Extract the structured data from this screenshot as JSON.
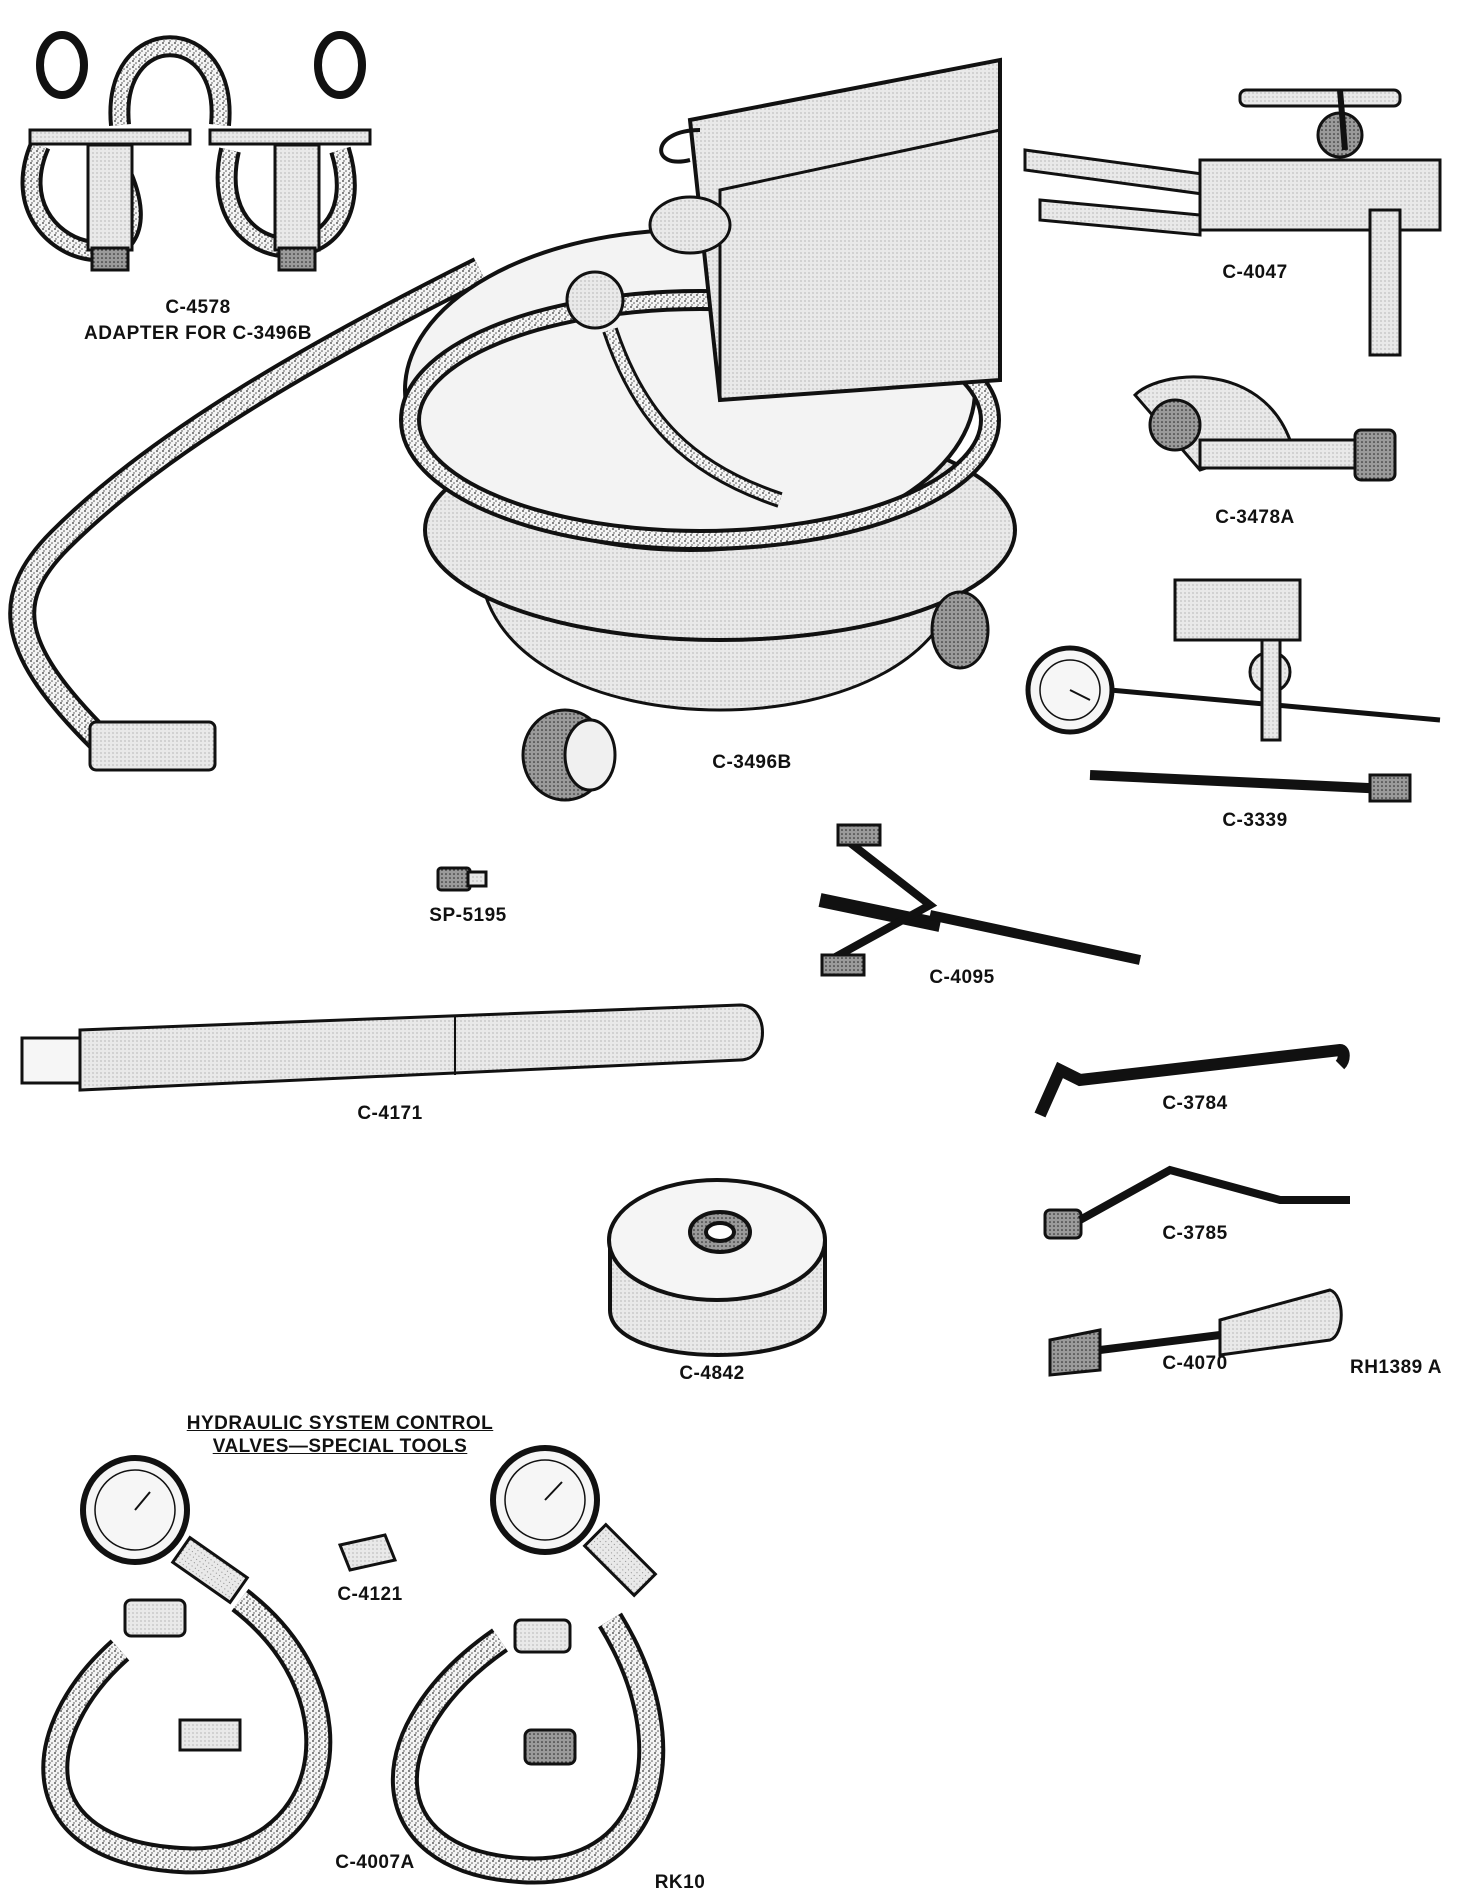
{
  "labels": {
    "c4578": "C-4578",
    "c4578_sub": "ADAPTER FOR C-3496B",
    "c4047": "C-4047",
    "c3478a": "C-3478A",
    "c3496b": "C-3496B",
    "c3339": "C-3339",
    "sp5195": "SP-5195",
    "c4095": "C-4095",
    "c4171": "C-4171",
    "c3784": "C-3784",
    "c3785": "C-3785",
    "c4842": "C-4842",
    "c4070": "C-4070",
    "rh1389a": "RH1389 A",
    "c4121": "C-4121",
    "c4007a": "C-4007A",
    "rk10": "RK10"
  },
  "heading": {
    "line1": "HYDRAULIC SYSTEM CONTROL",
    "line2": "VALVES—SPECIAL TOOLS"
  }
}
